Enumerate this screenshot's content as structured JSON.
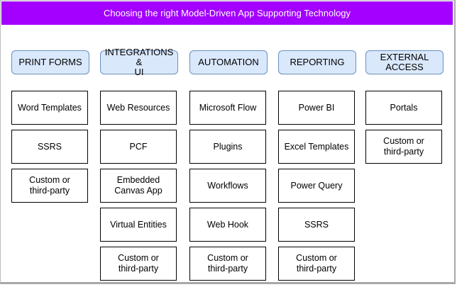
{
  "title": "Choosing the right Model-Driven App Supporting Technology",
  "columns": [
    {
      "header": "PRINT FORMS",
      "items": [
        "Word Templates",
        "SSRS",
        "Custom  or\nthird-party"
      ]
    },
    {
      "header": "INTEGRATIONS &\nUI",
      "items": [
        "Web Resources",
        "PCF",
        "Embedded\nCanvas App",
        "Virtual Entities",
        "Custom  or\nthird-party"
      ]
    },
    {
      "header": "AUTOMATION",
      "items": [
        "Microsoft Flow",
        "Plugins",
        "Workflows",
        "Web Hook",
        "Custom  or\nthird-party"
      ]
    },
    {
      "header": "REPORTING",
      "items": [
        "Power BI",
        "Excel Templates",
        "Power Query",
        "SSRS",
        "Custom  or\nthird-party"
      ]
    },
    {
      "header": "EXTERNAL\nACCESS",
      "items": [
        "Portals",
        "Custom  or\nthird-party"
      ]
    }
  ],
  "colors": {
    "title_bg": "#a300ff",
    "header_bg": "#dae8fc",
    "header_border": "#6c8ebf"
  }
}
